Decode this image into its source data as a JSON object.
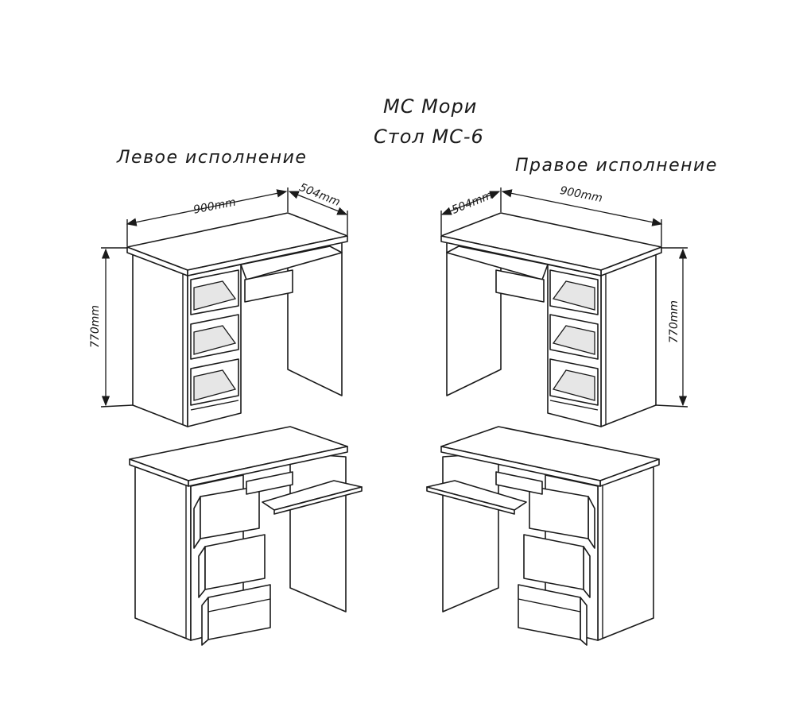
{
  "title": {
    "line1": "МС Мори",
    "line2": "Стол МС-6"
  },
  "variants": {
    "left": "Левое исполнение",
    "right": "Правое исполнение"
  },
  "dimensions": {
    "left": {
      "width": "900mm",
      "depth": "504mm",
      "height": "770mm"
    },
    "right": {
      "width": "900mm",
      "depth": "504mm",
      "height": "770mm"
    }
  }
}
